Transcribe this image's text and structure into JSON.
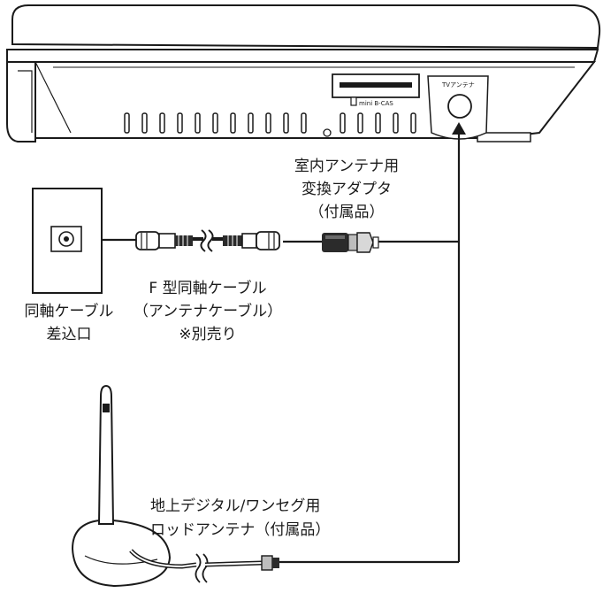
{
  "device": {
    "card_slot_label": "mini B-CAS",
    "antenna_port_label": "TVアンテナ"
  },
  "indoor_adapter": {
    "line1": "室内アンテナ用",
    "line2": "変換アダプタ",
    "line3": "（付属品）"
  },
  "coax_cable": {
    "line1": "F 型同軸ケーブル",
    "line2": "（アンテナケーブル）",
    "line3": "※別売り"
  },
  "wall_outlet": {
    "line1": "同軸ケーブル",
    "line2": "差込口"
  },
  "rod_antenna": {
    "line1": "地上デジタル/ワンセグ用",
    "line2": "ロッドアンテナ（付属品）"
  },
  "colors": {
    "line": "#1a1a1a",
    "device_fill": "#ffffff",
    "plug_dark": "#2b2b2b",
    "metal": "#bdbdbd"
  }
}
